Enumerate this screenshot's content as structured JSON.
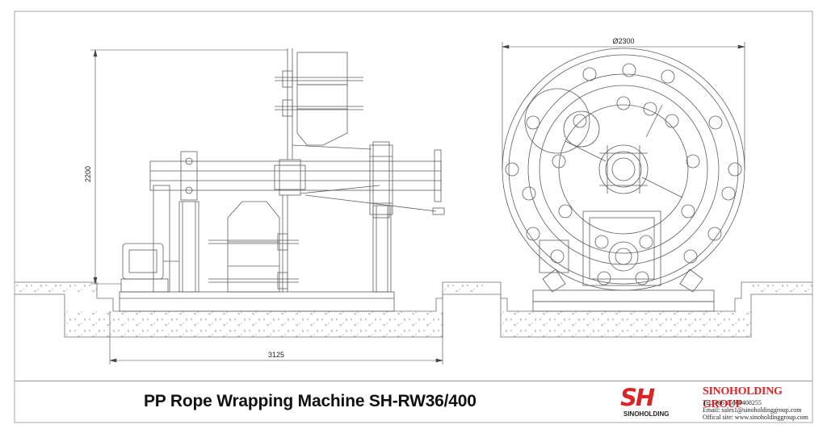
{
  "dimensions": {
    "height_label": "2200",
    "length_label": "3125",
    "diameter_label": "Ø2300"
  },
  "title_block": {
    "title": "PP Rope Wrapping Machine SH-RW36/400",
    "logo_text": "SH",
    "logo_subtext": "SINOHOLDING",
    "company_name": "SINOHOLDING GROUP",
    "tel": "Tel: +86 15800408255",
    "email": "Email: sales1@sinoholdinggroup.com",
    "site": "Offical site: www.sinoholdinggroup.com"
  },
  "colors": {
    "brand_red": "#d9252a",
    "line": "#6f6f6f"
  }
}
